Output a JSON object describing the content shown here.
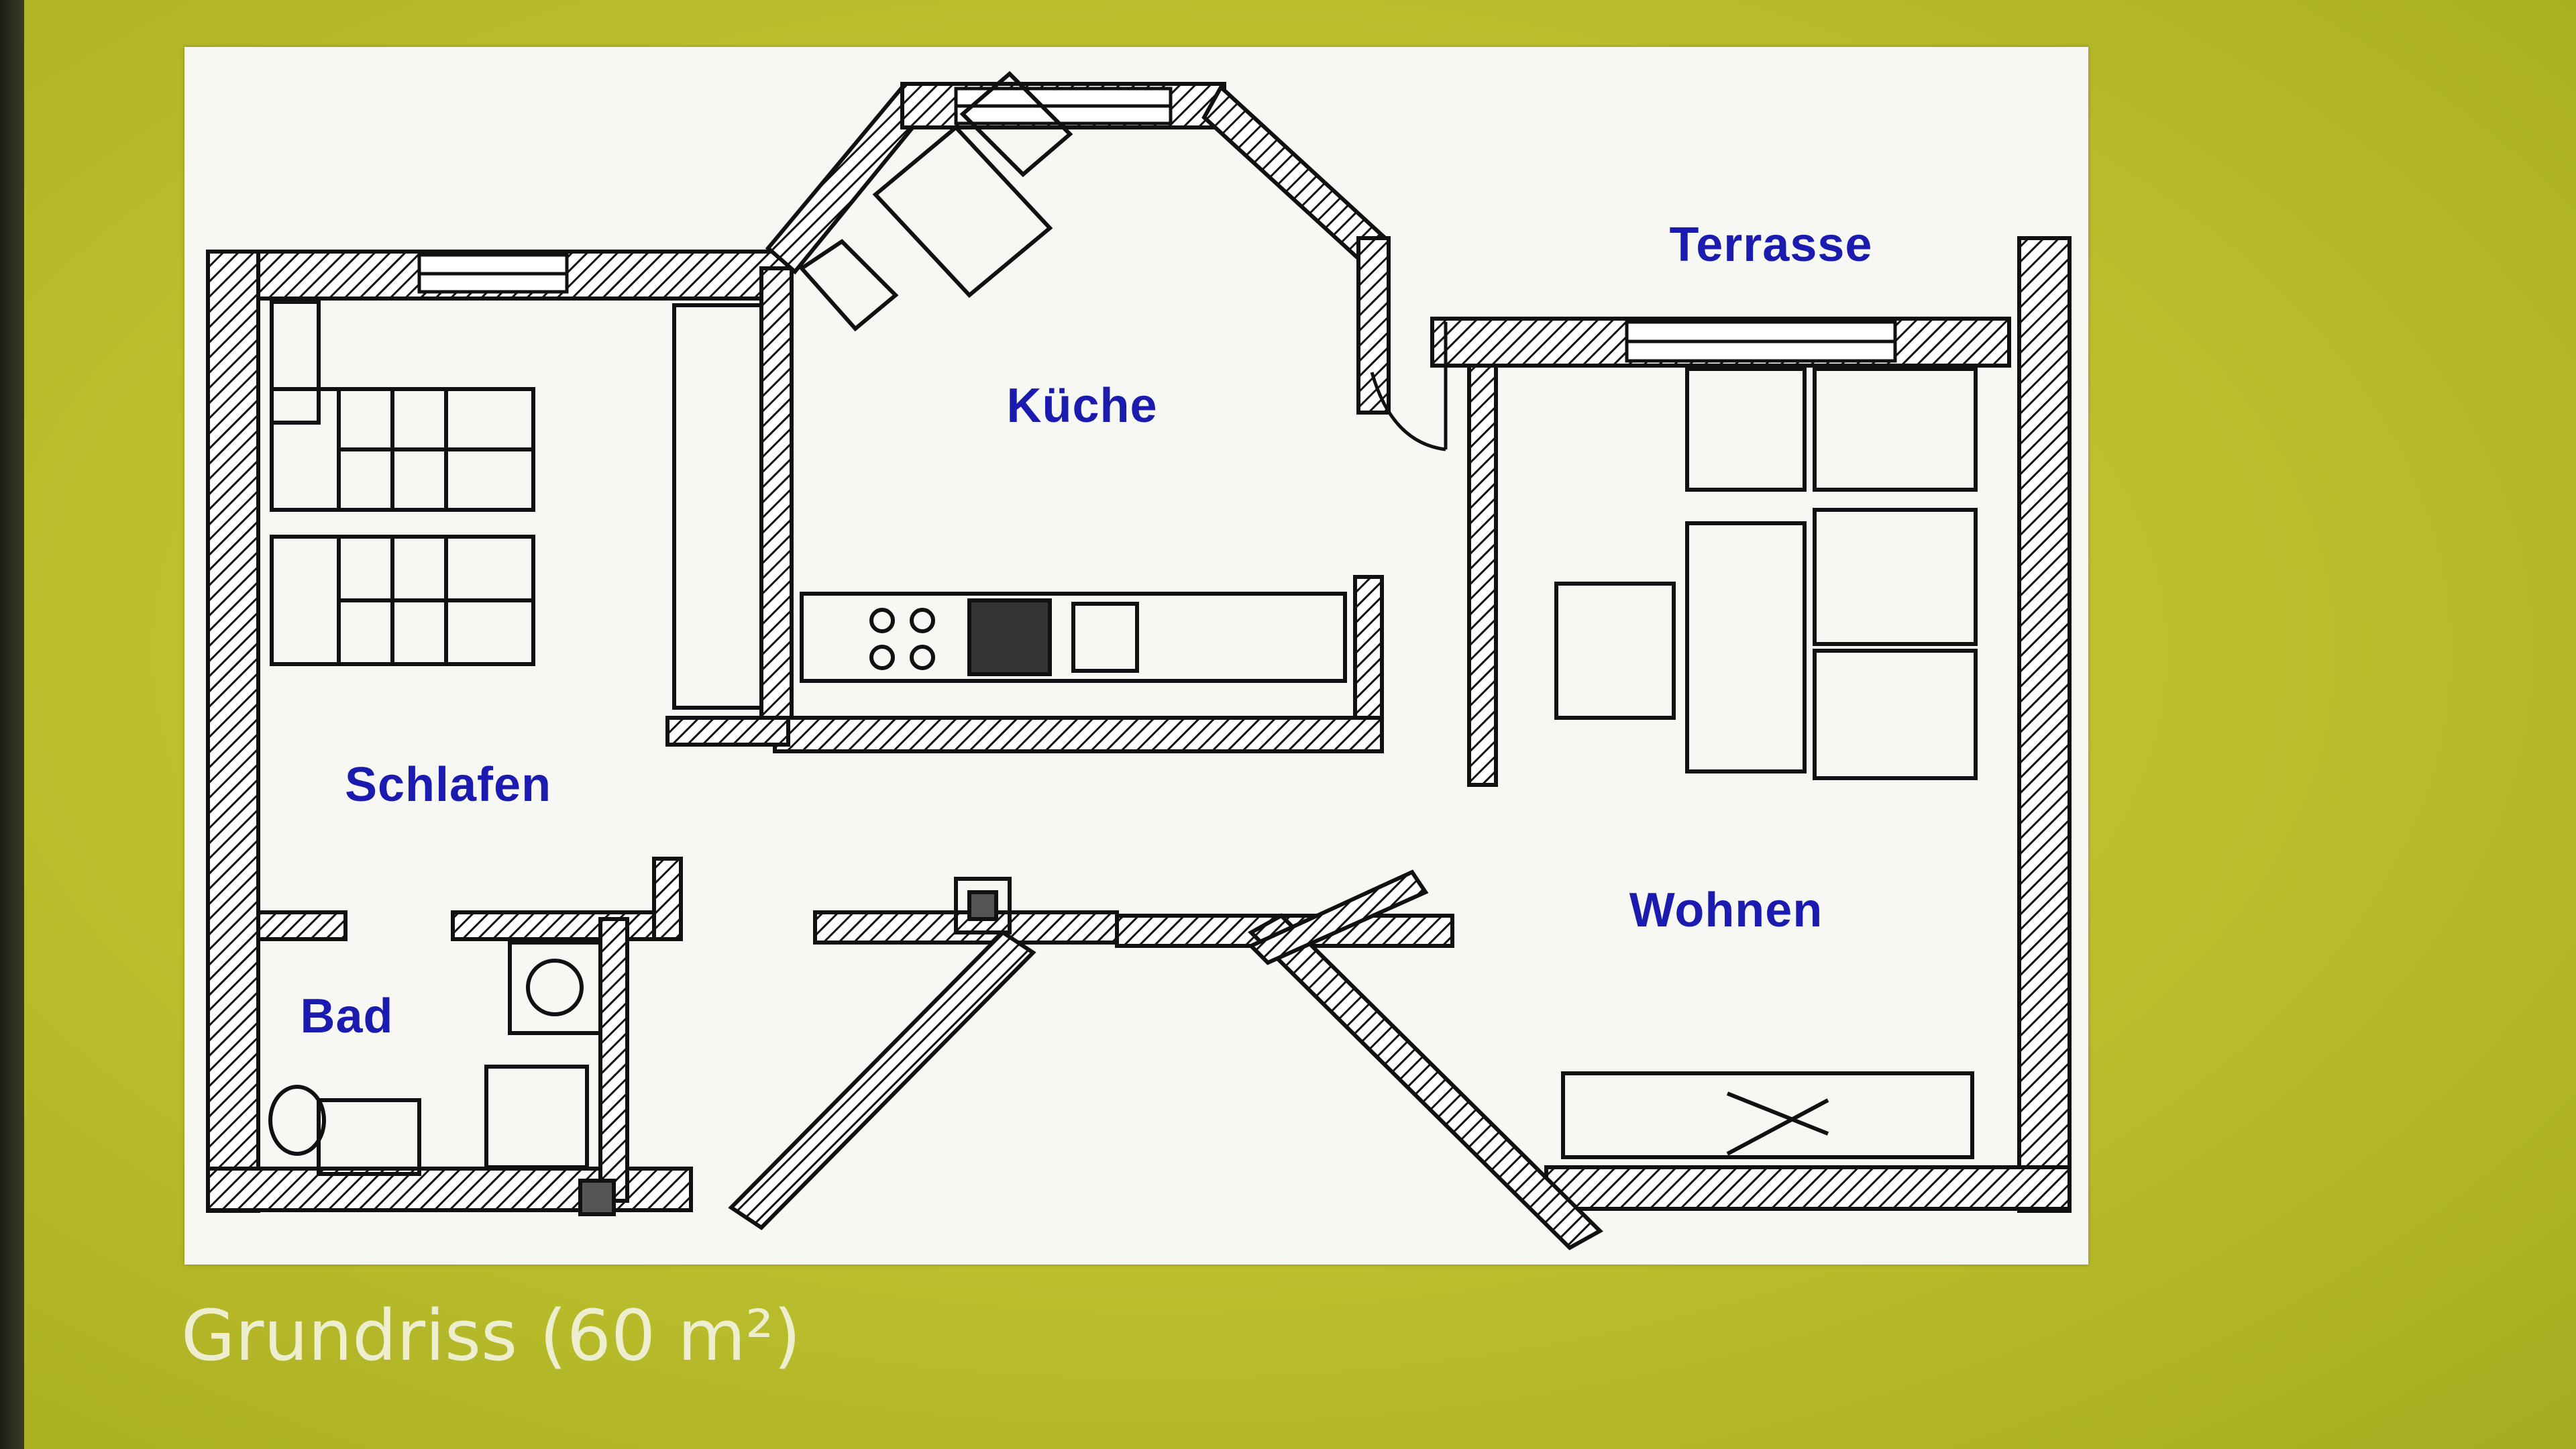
{
  "plan": {
    "rooms": {
      "kueche": "Küche",
      "terrasse": "Terrasse",
      "schlafen": "Schlafen",
      "wohnen": "Wohnen",
      "bad": "Bad"
    }
  },
  "caption": "Grundriss (60 m²)",
  "colors": {
    "background": "#c3c532",
    "room_label": "#1b1bb0",
    "caption": "#f1f3dc",
    "wall": "#1a1a1a"
  }
}
